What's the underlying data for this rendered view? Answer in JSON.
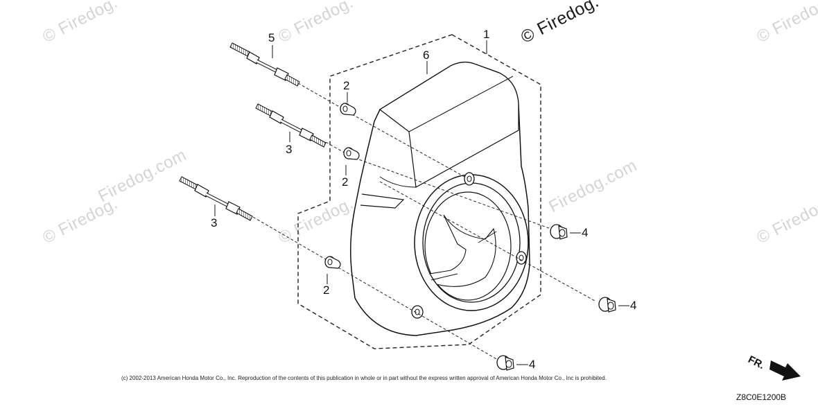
{
  "watermarks": {
    "main": "© Firedog.",
    "tiles": [
      "© Firedog.",
      "© Firedog.",
      "© Firedog.",
      "© Firedog.",
      "© Firedog.",
      "© Firedog.",
      "Firedog.com",
      "Firedog.com"
    ]
  },
  "callouts": {
    "assembly": "1",
    "cover": "6",
    "bolt_5": "5",
    "bolt_3_upper": "3",
    "bolt_3_lower": "3",
    "collar_2_top": "2",
    "collar_2_mid": "2",
    "collar_2_low": "2",
    "nut_4_upper": "4",
    "nut_4_mid": "4",
    "nut_4_low": "4"
  },
  "footer": {
    "copyright": "(c) 2002-2013 American Honda Motor Co., Inc. Reproduction of the contents of this publication in whole or in part without the express written approval of American Honda Motor Co., Inc is prohibited.",
    "drawing_code": "Z8C0E1200B"
  },
  "direction": {
    "label": "FR."
  }
}
